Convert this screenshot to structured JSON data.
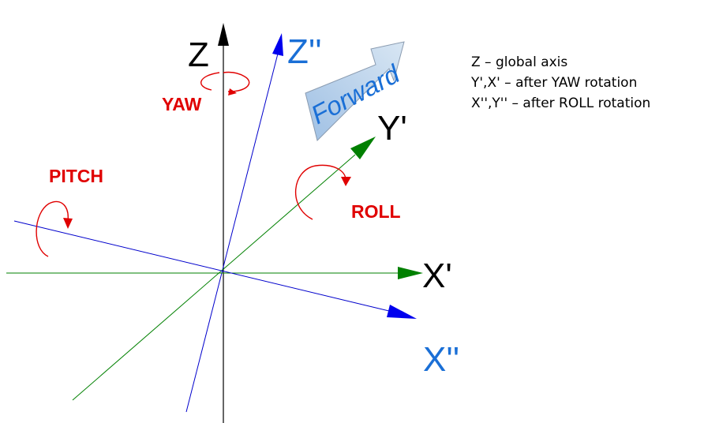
{
  "colors": {
    "global_axis": "#000000",
    "yaw_axes": "#008000",
    "roll_axes": "#0000cc",
    "roll_axes_labels": "#1a6fd6",
    "rotation": "#e00000",
    "forward_fill": "#aecbe8",
    "forward_text": "#1a6fd6"
  },
  "axes": {
    "z": "Z",
    "z_double": "Z''",
    "y_prime": "Y'",
    "x_prime": "X'",
    "x_double": "X''"
  },
  "rotations": {
    "yaw": "YAW",
    "pitch": "PITCH",
    "roll": "ROLL"
  },
  "forward_arrow": {
    "label": "Forward"
  },
  "legend": {
    "line1": "Z – global axis",
    "line2": "Y',X' – after YAW rotation",
    "line3": "X'',Y'' – after ROLL rotation"
  }
}
